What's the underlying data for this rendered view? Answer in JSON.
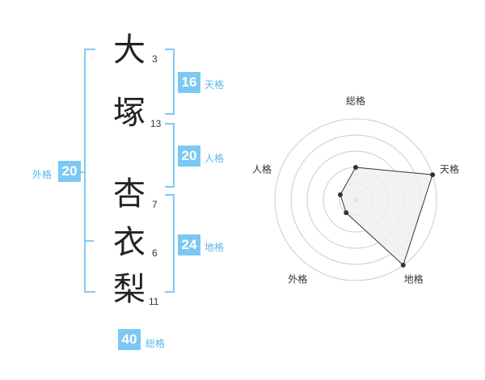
{
  "characters": [
    {
      "char": "大",
      "strokes": "3"
    },
    {
      "char": "塚",
      "strokes": "13"
    },
    {
      "char": "杏",
      "strokes": "7"
    },
    {
      "char": "衣",
      "strokes": "6"
    },
    {
      "char": "梨",
      "strokes": "11"
    }
  ],
  "kaku": {
    "tenkaku": {
      "value": "16",
      "label": "天格"
    },
    "jinkaku": {
      "value": "20",
      "label": "人格"
    },
    "chikaku": {
      "value": "24",
      "label": "地格"
    },
    "gaikaku": {
      "value": "20",
      "label": "外格"
    },
    "soukaku": {
      "value": "40",
      "label": "総格"
    }
  },
  "colors": {
    "accent": "#7cc8f4",
    "accent_text": "#5bb7ea",
    "radar_fill": "#efefef",
    "radar_line": "#333333"
  },
  "chart_data": {
    "type": "radar",
    "axes": [
      "総格",
      "天格",
      "地格",
      "外格",
      "人格"
    ],
    "values": [
      2,
      5,
      5,
      1,
      1
    ],
    "range": [
      0,
      5
    ],
    "rings": 5
  }
}
